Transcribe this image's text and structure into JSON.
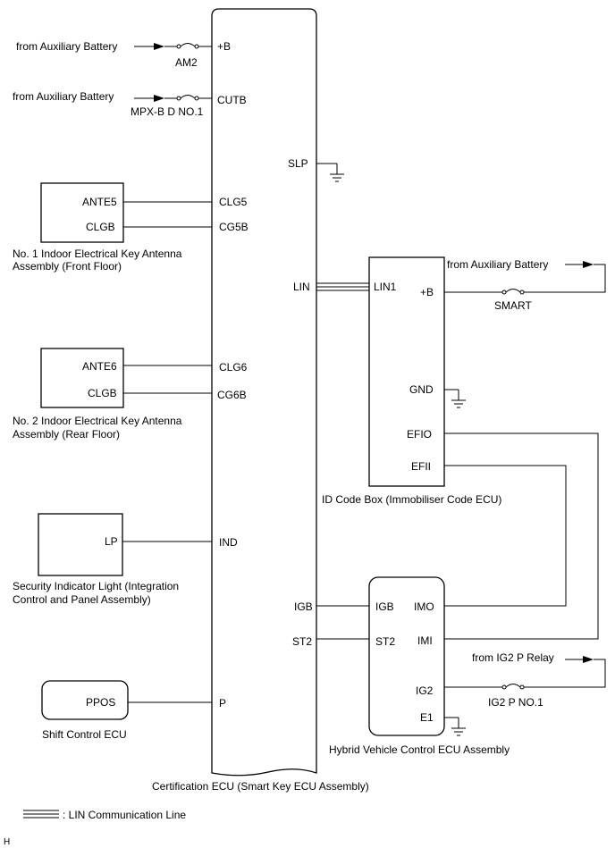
{
  "supply": {
    "from_aux_battery": "from Auxiliary Battery",
    "fuse_am2": "AM2",
    "fuse_mpxbd": "MPX-B D NO.1",
    "fuse_smart": "SMART",
    "from_ig2_relay": "from IG2 P Relay",
    "fuse_ig2p": "IG2 P NO.1"
  },
  "certification_ecu": {
    "name": "Certification ECU (Smart Key ECU Assembly)",
    "pins": {
      "plus_b": "+B",
      "cutb": "CUTB",
      "slp": "SLP",
      "clg5": "CLG5",
      "cg5b": "CG5B",
      "lin": "LIN",
      "clg6": "CLG6",
      "cg6b": "CG6B",
      "ind": "IND",
      "igb": "IGB",
      "st2": "ST2",
      "p": "P"
    }
  },
  "antenna1": {
    "pins": {
      "ante": "ANTE5",
      "clgb": "CLGB"
    },
    "name_line1": "No. 1 Indoor Electrical Key Antenna",
    "name_line2": "Assembly (Front Floor)"
  },
  "antenna2": {
    "pins": {
      "ante": "ANTE6",
      "clgb": "CLGB"
    },
    "name_line1": "No. 2 Indoor Electrical Key Antenna",
    "name_line2": "Assembly (Rear Floor)"
  },
  "security_light": {
    "pin": "LP",
    "name_line1": "Security Indicator Light (Integration",
    "name_line2": "Control and Panel Assembly)"
  },
  "shift_ecu": {
    "pin": "PPOS",
    "name": "Shift Control ECU"
  },
  "id_code_box": {
    "name": "ID Code Box (Immobiliser Code ECU)",
    "pins": {
      "lin1": "LIN1",
      "plus_b": "+B",
      "gnd": "GND",
      "efio": "EFIO",
      "efii": "EFII"
    }
  },
  "hv_ecu": {
    "name": "Hybrid Vehicle Control ECU Assembly",
    "pins": {
      "igb": "IGB",
      "imo": "IMO",
      "st2": "ST2",
      "imi": "IMI",
      "ig2": "IG2",
      "e1": "E1"
    }
  },
  "legend": {
    "lin_line": ": LIN Communication Line"
  },
  "footer_code": "H"
}
